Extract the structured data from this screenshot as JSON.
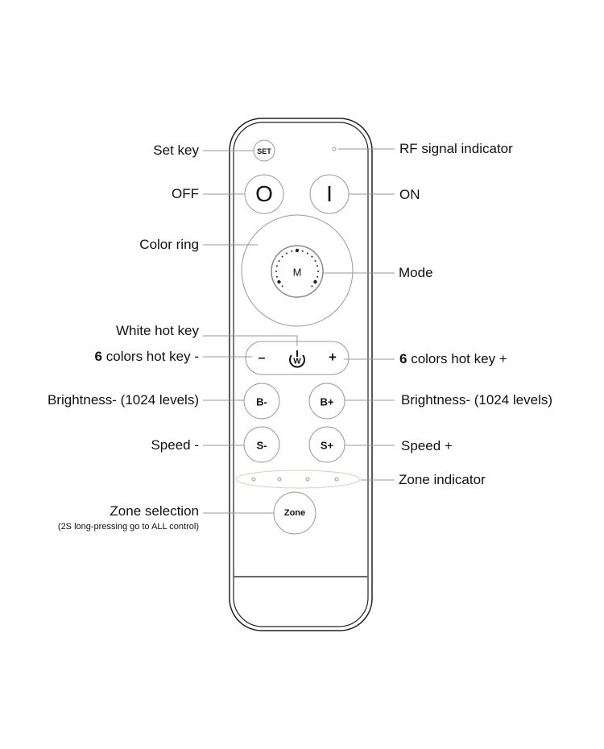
{
  "labels_left": {
    "set_key": "Set key",
    "off": "OFF",
    "color_ring": "Color ring",
    "white_hot_key": "White hot key",
    "colors_minus_num": "6",
    "colors_minus": "colors hot key -",
    "brightness_minus": "Brightness- (1024 levels)",
    "speed_minus": "Speed -",
    "zone_selection": "Zone selection",
    "zone_selection_note": "(2S long-pressing go to ALL control)"
  },
  "labels_right": {
    "rf_signal": "RF  signal  indicator",
    "on": "ON",
    "mode": "Mode",
    "colors_plus_num": "6",
    "colors_plus": "colors hot key +",
    "brightness_plus": "Brightness- (1024 levels)",
    "speed_plus": "Speed +",
    "zone_indicator": "Zone indicator"
  },
  "buttons": {
    "set": "SET",
    "off": "O",
    "on": "I",
    "mode": "M",
    "minus": "–",
    "white": "W",
    "plus": "+",
    "b_minus": "B-",
    "b_plus": "B+",
    "s_minus": "S-",
    "s_plus": "S+",
    "zone": "Zone"
  }
}
